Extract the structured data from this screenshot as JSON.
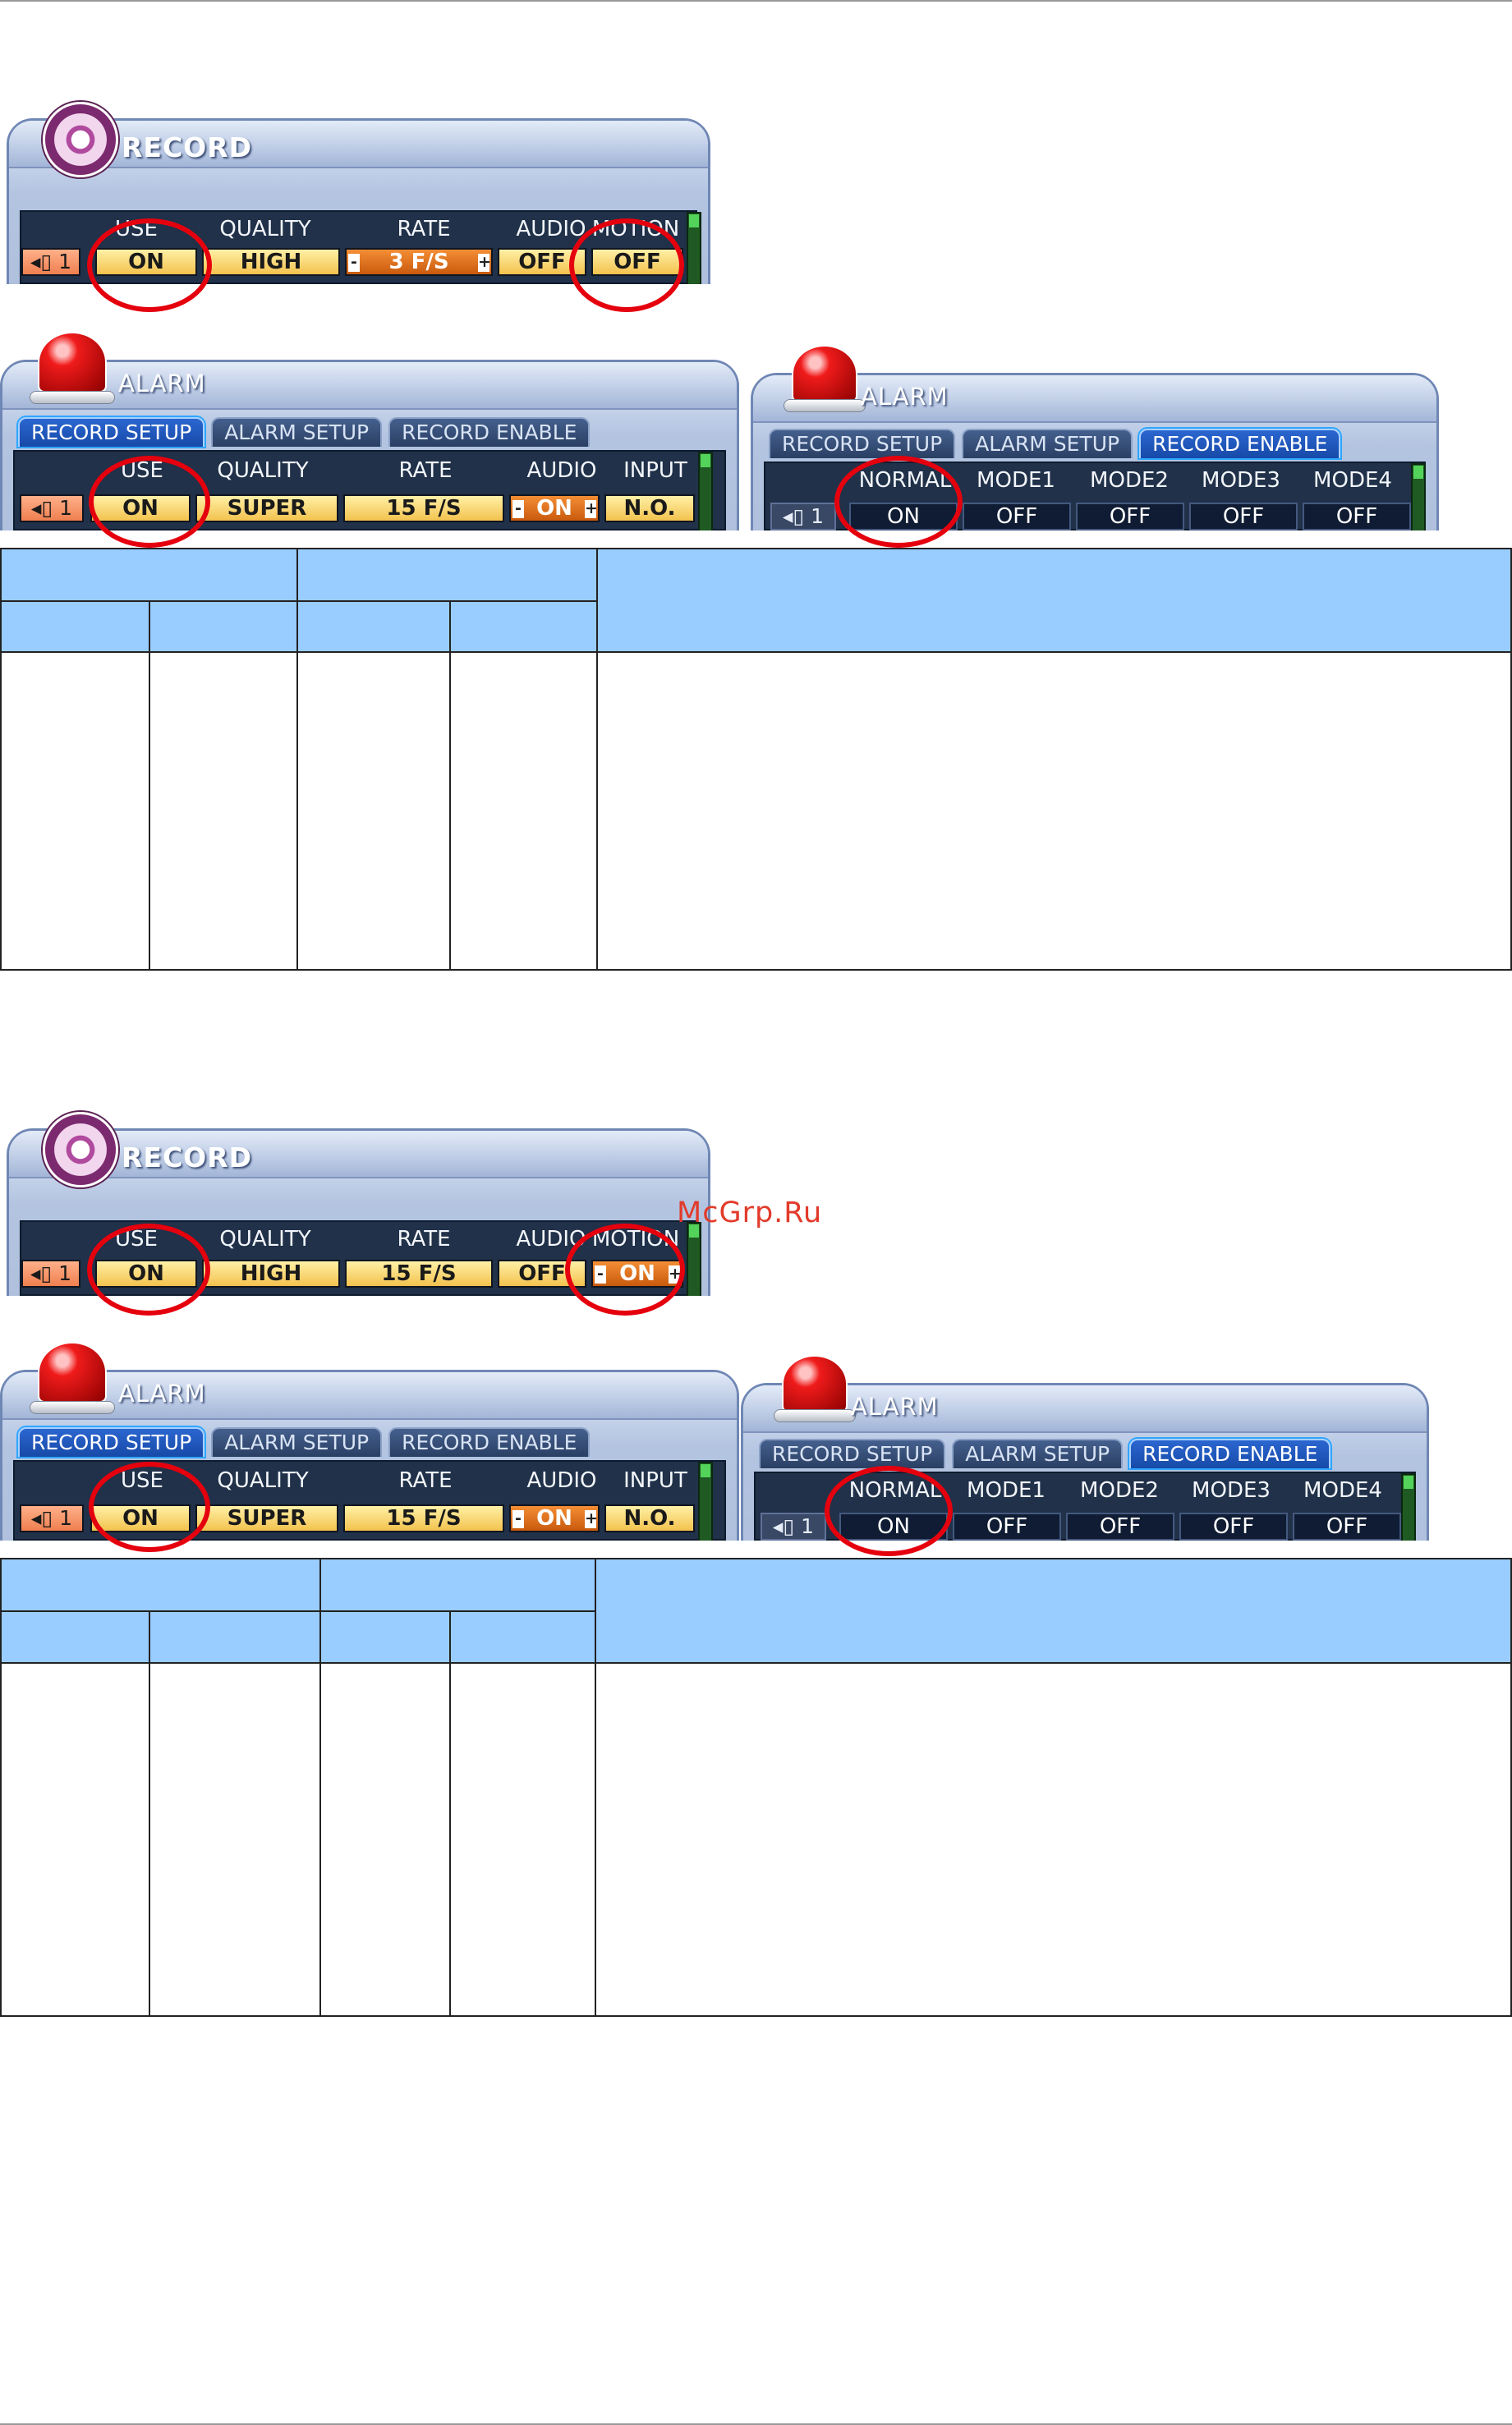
{
  "watermark": "McGrp.Ru",
  "record_panel": {
    "title": "RECORD",
    "headers": [
      "USE",
      "QUALITY",
      "RATE",
      "AUDIO",
      "MOTION"
    ],
    "channel": "1",
    "examples": [
      {
        "use": "ON",
        "quality": "HIGH",
        "rate": "3 F/S",
        "audio": "OFF",
        "motion": "OFF"
      },
      {
        "use": "ON",
        "quality": "HIGH",
        "rate": "15 F/S",
        "audio": "OFF",
        "motion": "ON"
      }
    ]
  },
  "alarm_setup_panel": {
    "title": "ALARM",
    "tabs": [
      "RECORD SETUP",
      "ALARM SETUP",
      "RECORD ENABLE"
    ],
    "headers": [
      "USE",
      "QUALITY",
      "RATE",
      "AUDIO",
      "INPUT"
    ],
    "channel": "1",
    "values": {
      "use": "ON",
      "quality": "SUPER",
      "rate": "15 F/S",
      "audio": "ON",
      "input": "N.O."
    }
  },
  "alarm_enable_panel": {
    "title": "ALARM",
    "tabs": [
      "RECORD SETUP",
      "ALARM SETUP",
      "RECORD ENABLE"
    ],
    "headers": [
      "NORMAL",
      "MODE1",
      "MODE2",
      "MODE3",
      "MODE4"
    ],
    "channel": "1",
    "values": [
      "ON",
      "OFF",
      "OFF",
      "OFF",
      "OFF"
    ]
  },
  "colors": {
    "circle": "#e5000e",
    "table_header": "#99ccff"
  }
}
